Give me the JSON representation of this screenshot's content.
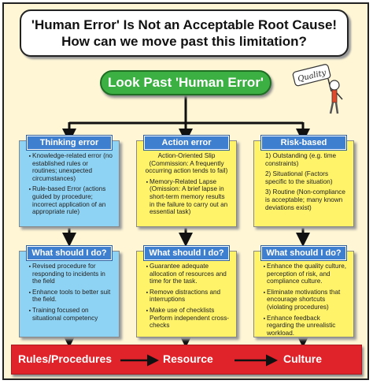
{
  "title": {
    "line1": "'Human Error' Is Not an Acceptable Root Cause!",
    "line2": "How can we move past this limitation?"
  },
  "center_label": "Look Past 'Human Error'",
  "figure": {
    "sign_text": "Quality"
  },
  "columns": [
    {
      "top": {
        "heading": "Thinking error",
        "items": [
          "Knowledge-related error (no established rules or routines; unexpected circumstances)",
          "Rule-based Error (actions guided by procedure; incorrect application of an appropriate rule)"
        ]
      },
      "bottom": {
        "heading": "What should I do?",
        "items": [
          "Revised procedure for responding to incidents in the field",
          "Enhance tools to better suit the field.",
          "Training focused on situational competency"
        ]
      }
    },
    {
      "top": {
        "heading": "Action error",
        "plain": "Action-Oriented Slip (Commission: A frequently occurring action tends to fail)",
        "items": [
          "Memory-Related Lapse (Omission: A brief lapse in short-term memory results in the failure to carry out an essential task)"
        ]
      },
      "bottom": {
        "heading": "What should I do?",
        "items": [
          "Guarantee adequate allocation of resources and time for the task.",
          "Remove distractions and interruptions",
          "Make use of checklists Perform independent cross-checks"
        ]
      }
    },
    {
      "top": {
        "heading": "Risk-based",
        "numbered": [
          "1) Outstanding (e.g. time constraints)",
          "2) Situational (Factors specific to the situation)",
          "3) Routine (Non-compliance is acceptable; many known deviations exist)"
        ]
      },
      "bottom": {
        "heading": "What should I do?",
        "items": [
          "Enhance the quality culture, perception of risk, and compliance culture.",
          "Eliminate motivations that encourage shortcuts (violating procedures)",
          "Enhance feedback regarding the unrealistic workload."
        ]
      }
    }
  ],
  "banner": {
    "items": [
      "Rules/Procedures",
      "Resource",
      "Culture"
    ]
  },
  "colors": {
    "background": "#fff6d6",
    "green": "#3cb043",
    "blue_card": "#8fd3f4",
    "yellow_card": "#fff36a",
    "tab_blue": "#3f7fcf",
    "banner_red": "#e0232a"
  }
}
